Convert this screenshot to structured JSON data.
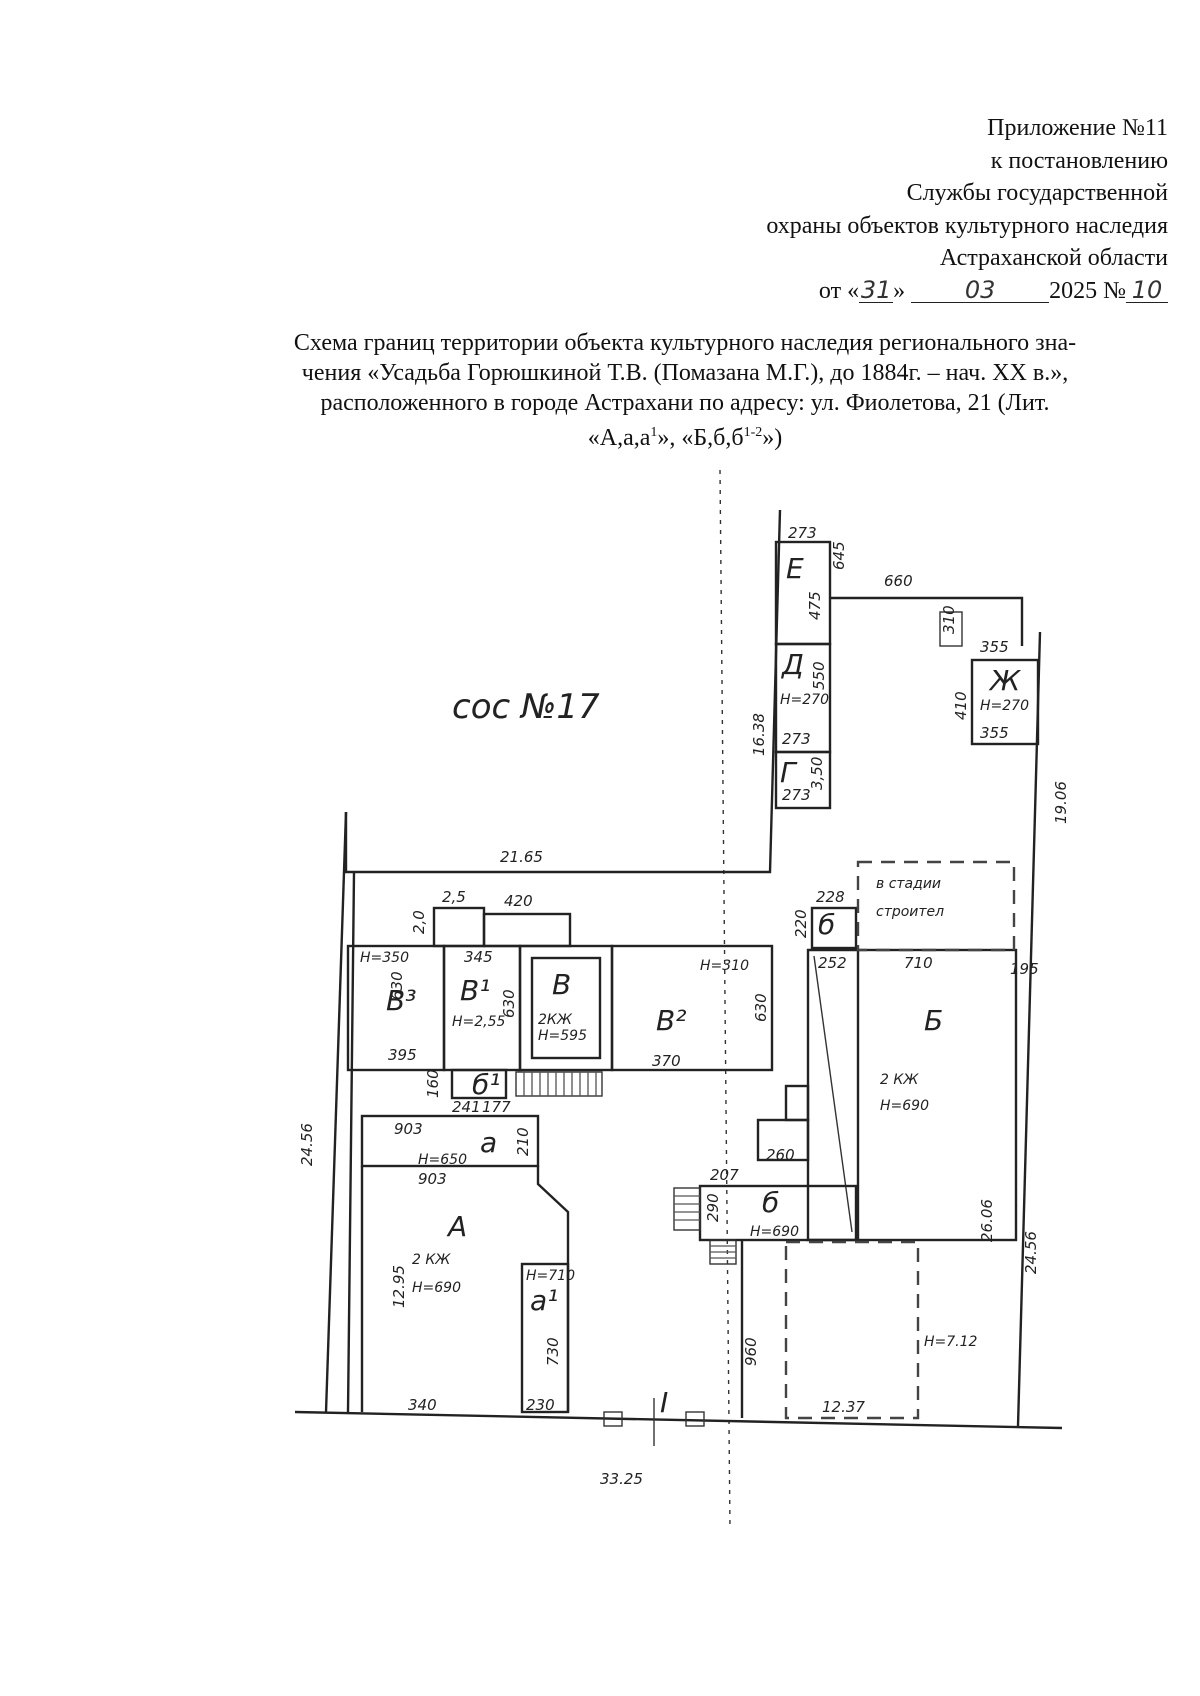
{
  "header": {
    "line1": "Приложение №11",
    "line2": "к постановлению",
    "line3": "Службы государственной",
    "line4": "охраны объектов культурного наследия",
    "line5": "Астраханской области",
    "date_prefix": "от «",
    "date_day": "31",
    "date_mid": "»",
    "date_month": "03",
    "date_year": "2025 №",
    "doc_number": "10"
  },
  "title": {
    "line1": "Схема границ территории объекта культурного наследия регионального зна-",
    "line2": "чения «Усадьба Горюшкиной Т.В. (Помазана М.Г.), до 1884г. – нач. XX в.»,",
    "line3": "расположенного в городе Астрахани по адресу: ул. Фиолетова, 21 (Лит.",
    "line4a": "«А,а,а",
    "line4b": "1",
    "line4c": "», «Б,б,б",
    "line4d": "1-2",
    "line4e": "»)"
  },
  "plan": {
    "neighbor_label": "coc №17",
    "letters": {
      "E": "Е",
      "D": "Д",
      "G": "Г",
      "Zh": "Ж",
      "V3": "В³",
      "V1": "В¹",
      "V": "В",
      "V2": "В²",
      "B": "Б",
      "b1": "б¹",
      "b": "б",
      "b_small": "б",
      "A": "А",
      "a": "а",
      "a1": "а¹",
      "I": "I"
    },
    "notes": {
      "b_floors": "2 КЖ",
      "b_height": "Н=690",
      "a_floors": "2 КЖ",
      "a_height": "Н=690",
      "v_floors": "2КЖ",
      "v_height": "Н=595",
      "v1_height": "Н=2,55",
      "v3_height": "Н=350",
      "v2_height": "Н=310",
      "a_upper_height": "Н=650",
      "d_height": "Н=270",
      "zh_height": "Н=270",
      "b1_height": "Н=690",
      "a1_height": "Н=710",
      "yard_height": "Н=7.12",
      "under_construction_1": "в стадии",
      "under_construction_2": "строител"
    },
    "dims": {
      "d273a": "273",
      "d645": "645",
      "d660": "660",
      "d475": "475",
      "d550": "550",
      "d273b": "273",
      "d273c": "273",
      "d350": "3,50",
      "d1638": "16.38",
      "d310": "310",
      "d355a": "355",
      "d410": "410",
      "d355b": "355",
      "d1906": "19.06",
      "d2165": "21.65",
      "d2456l": "24.56",
      "d2456r": "24.56",
      "d228": "228",
      "d220": "220",
      "d252": "252",
      "d710": "710",
      "d195": "195",
      "d2606": "26.06",
      "d25": "2,5",
      "d20": "2,0",
      "d420": "420",
      "d345": "345",
      "d630a": "630",
      "d630b": "630",
      "d630c": "630",
      "d395": "395",
      "d370": "370",
      "d160": "160",
      "d241": "241",
      "d177": "177",
      "d903a": "903",
      "d903b": "903",
      "d210": "210",
      "d1295": "12.95",
      "d340": "340",
      "d230": "230",
      "d730": "730",
      "d960": "960",
      "d1237": "12.37",
      "d3325": "33.25",
      "d207": "207",
      "d290": "290",
      "d260": "260"
    }
  }
}
